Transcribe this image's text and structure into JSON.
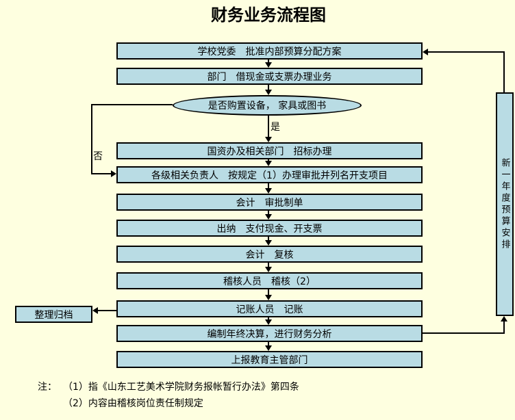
{
  "title": "财务业务流程图",
  "flow": {
    "steps": [
      "学校党委　批准内部预算分配方案",
      "部门　借现金或支票办理业务",
      "国资办及相关部门　招标办理",
      "各级相关负责人　按规定（1）办理审批并列名开支项目",
      "会计　审批制单",
      "出纳　支付现金、开支票",
      "会计　复核",
      "稽核人员　稽核（2）",
      "记账人员　记账",
      "编制年终决算，进行财务分析",
      "上报教育主管部门"
    ],
    "decision": {
      "label": "是否购置设备， 家具或图书",
      "yes_label": "是",
      "no_label": "否"
    },
    "archive_box": "整理归档",
    "budget_box": "新一年度预算安排"
  },
  "notes": {
    "prefix": "注：",
    "lines": [
      "（1）指《山东工艺美术学院财务报帐暂行办法》第四条",
      "（2）内容由稽核岗位责任制规定"
    ]
  },
  "colors": {
    "background": "#FEFFE0",
    "box_fill": "#B9DCE4",
    "line": "#000000"
  }
}
